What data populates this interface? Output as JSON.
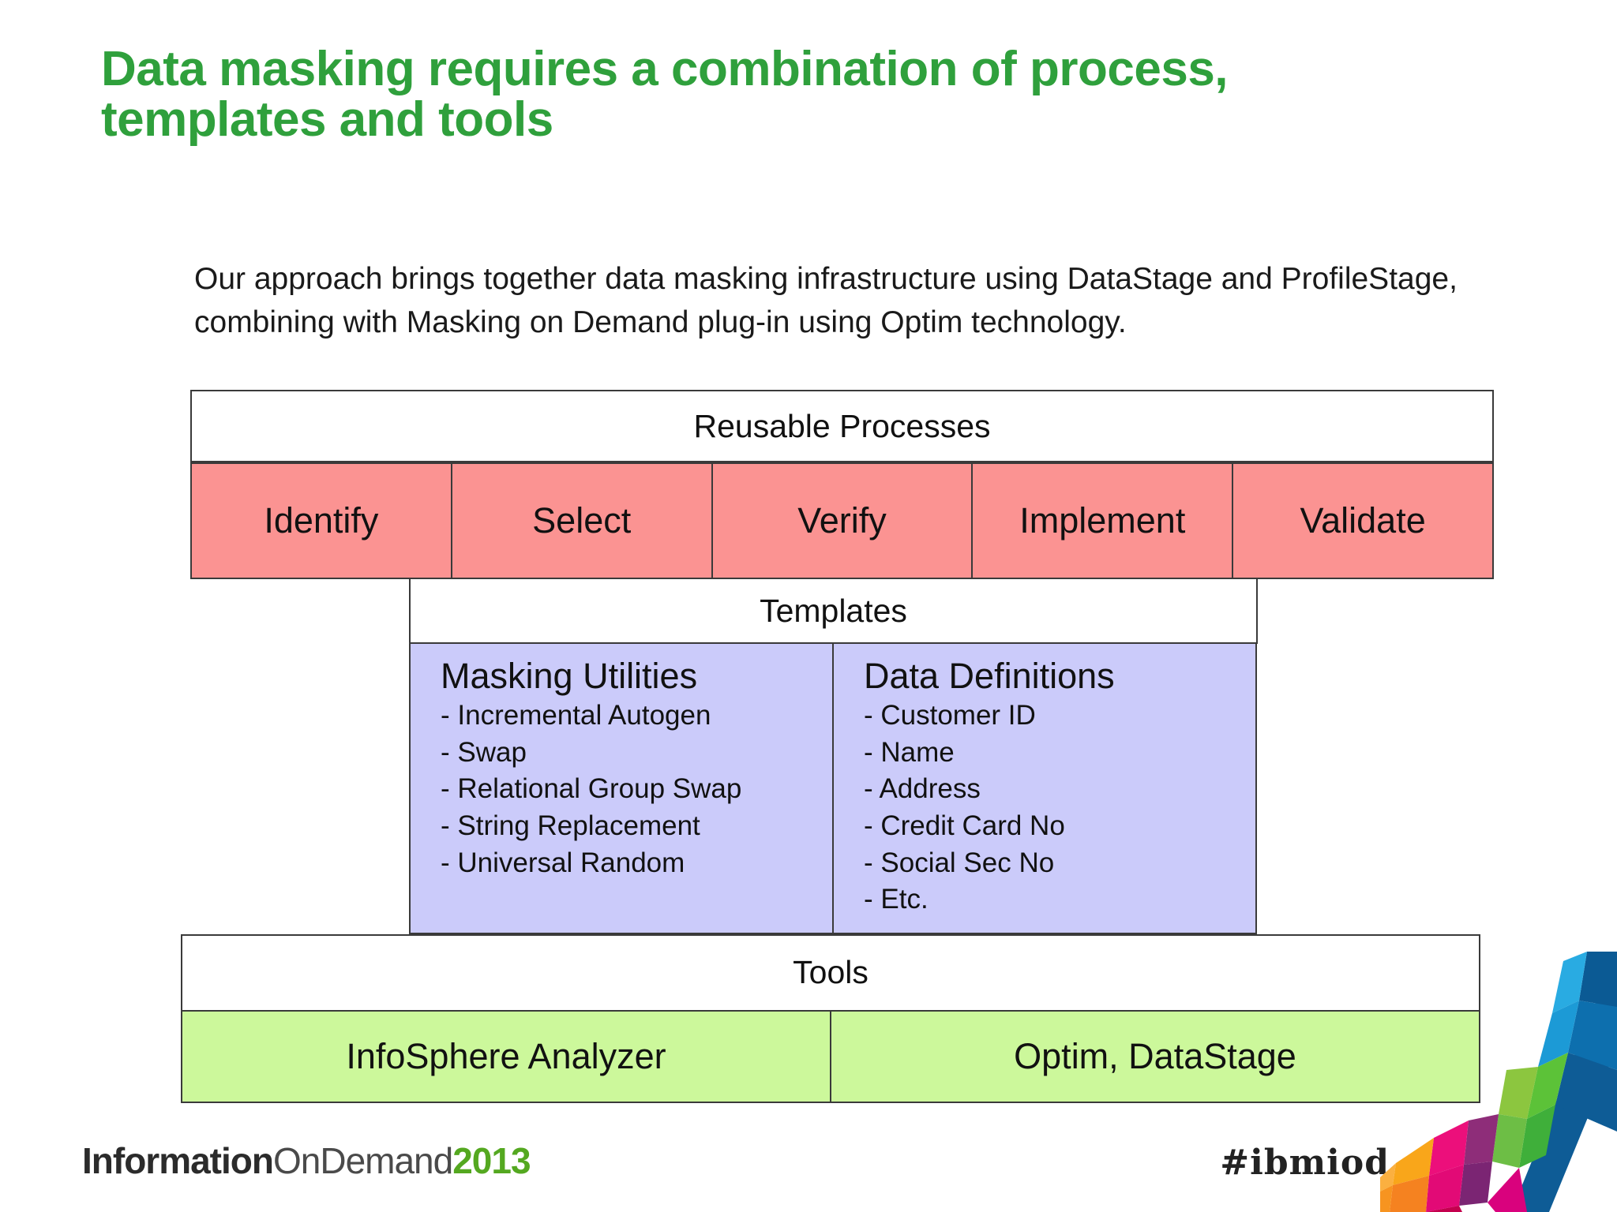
{
  "slide": {
    "title": "Data masking requires a combination of process, templates and tools",
    "intro": "Our approach brings together data masking infrastructure using DataStage and ProfileStage, combining with Masking on Demand plug-in using Optim technology."
  },
  "diagram": {
    "processes": {
      "band_label": "Reusable Processes",
      "steps": [
        "Identify",
        "Select",
        "Verify",
        "Implement",
        "Validate"
      ],
      "cell_color": "#FB9392"
    },
    "templates": {
      "band_label": "Templates",
      "cell_color": "#CBCBFA",
      "columns": [
        {
          "heading": "Masking Utilities",
          "items": [
            "- Incremental Autogen",
            "- Swap",
            "- Relational Group Swap",
            "- String Replacement",
            "- Universal Random"
          ]
        },
        {
          "heading": "Data Definitions",
          "items": [
            "- Customer ID",
            "- Name",
            "- Address",
            "- Credit Card No",
            "- Social Sec No",
            "- Etc."
          ]
        }
      ]
    },
    "tools": {
      "band_label": "Tools",
      "items": [
        "InfoSphere Analyzer",
        "Optim, DataStage"
      ],
      "cell_color": "#CCF89B"
    }
  },
  "footer": {
    "logo_bold": "Information",
    "logo_light": "OnDemand",
    "logo_year": "2013",
    "hashtag": "#ibmiod",
    "brand_green": "#54A820",
    "title_green": "#2FA03C"
  }
}
